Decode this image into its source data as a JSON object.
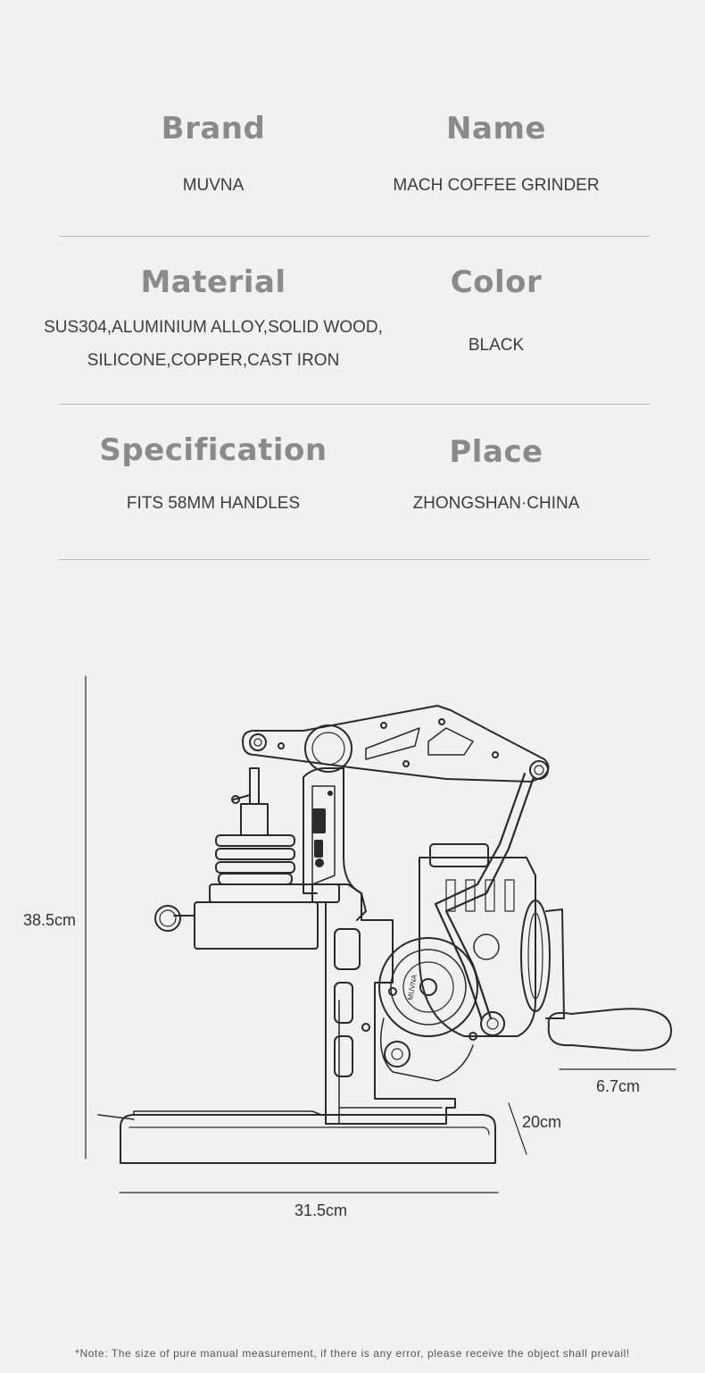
{
  "specs": {
    "brand": {
      "label": "Brand",
      "value": "MUVNA"
    },
    "name": {
      "label": "Name",
      "value": "MACH COFFEE GRINDER"
    },
    "material": {
      "label": "Material",
      "value_line1": "SUS304,ALUMINIUM ALLOY,SOLID WOOD,",
      "value_line2": "SILICONE,COPPER,CAST IRON"
    },
    "color": {
      "label": "Color",
      "value": "BLACK"
    },
    "specification": {
      "label": "Specification",
      "value": "FITS 58MM HANDLES"
    },
    "place": {
      "label": "Place",
      "value": "ZHONGSHAN·CHINA"
    }
  },
  "dimensions": {
    "height": "38.5cm",
    "width": "31.5cm",
    "depth": "20cm",
    "handle": "6.7cm"
  },
  "logo_text": {
    "brand_on_burr": "MUVNA"
  },
  "note": "*Note: The size of pure manual measurement, if there is any error, please receive the object shall prevail!"
}
